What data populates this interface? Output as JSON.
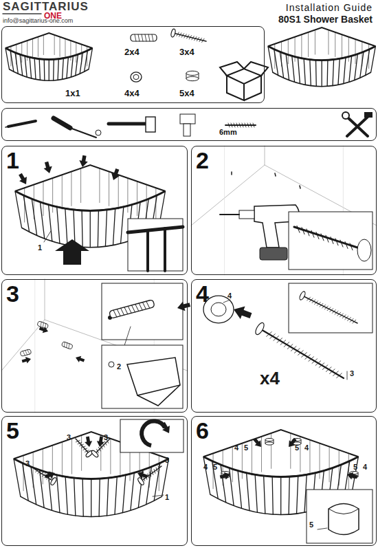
{
  "diagram": {
    "title": "Installation Guide",
    "nodes": [
      {
        "text": [
          "1x1",
          "2x4",
          "3x4",
          "4x4",
          "5x4"
        ]
      },
      {
        "text": [
          "6mm"
        ]
      },
      {
        "text": [
          "1"
        ]
      },
      {
        "text": [
          "2"
        ]
      },
      {
        "text": [
          "3"
        ]
      },
      {
        "text": [
          "4"
        ]
      },
      {
        "text": [
          "5"
        ]
      },
      {
        "text": [
          "6"
        ]
      }
    ],
    "labels": [
      "SAGITTARIUS",
      "ONE",
      "info@sagittarius-one.com",
      "80S1 Shower Basket",
      "1",
      "2",
      "4",
      "3",
      "x4",
      "3",
      "3",
      "3",
      "3",
      "1",
      "4",
      "5",
      "5",
      "4",
      "4",
      "5",
      "5",
      "4",
      "5"
    ]
  }
}
